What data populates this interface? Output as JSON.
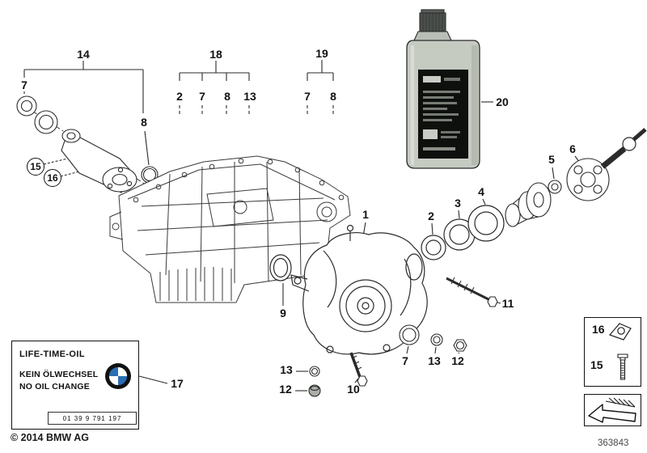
{
  "page": {
    "copyright": "© 2014 BMW AG",
    "diagram_number": "363843"
  },
  "colors": {
    "bmw_blue": "#2a6fb5"
  },
  "callouts": {
    "group14": "14",
    "seal7_top": "7",
    "circle15": "15",
    "circle16": "16",
    "oring8_top": "8",
    "group18": "18",
    "g18_item2": "2",
    "g18_item7": "7",
    "g18_item8": "8",
    "g18_item13": "13",
    "group19": "19",
    "g19_item7": "7",
    "g19_item8": "8",
    "item20": "20",
    "item5": "5",
    "item6": "6",
    "item1": "1",
    "item2": "2",
    "item3": "3",
    "item4": "4",
    "item9": "9",
    "item11": "11",
    "item7_bottom": "7",
    "item13_bottom": "13",
    "item12_bottom": "12",
    "item13_left": "13",
    "item12_left": "12",
    "item10": "10",
    "item17": "17"
  },
  "oil_label_box": {
    "line1": "LIFE-TIME-OIL",
    "line2": "KEIN ÖLWECHSEL",
    "line3": "NO OIL CHANGE",
    "part_number": "01 39 9 791 197"
  },
  "hardware_box": {
    "item16": "16",
    "item15": "15"
  }
}
